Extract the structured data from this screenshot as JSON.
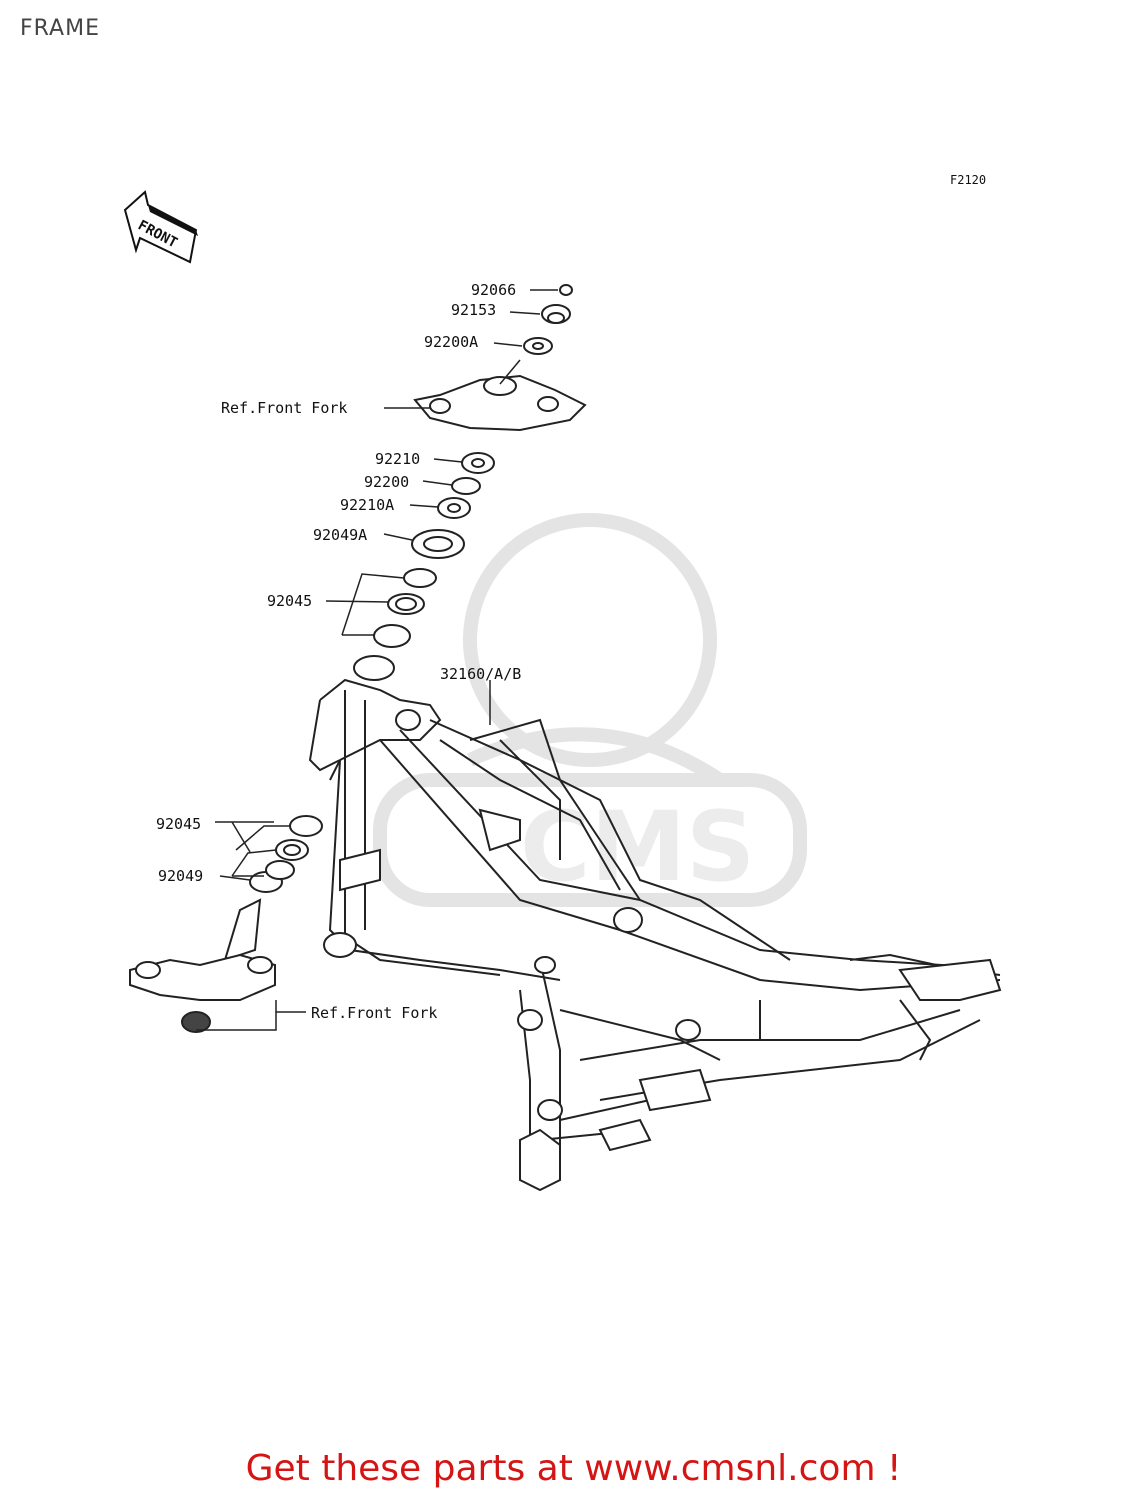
{
  "page": {
    "title": "FRAME"
  },
  "diagram": {
    "code": "F2120",
    "front_tag": "FRONT",
    "watermark": "CMS",
    "labels": [
      {
        "id": "92066",
        "text": "92066"
      },
      {
        "id": "92153",
        "text": "92153"
      },
      {
        "id": "92200A",
        "text": "92200A"
      },
      {
        "id": "ref_front_fork_top",
        "text": "Ref.Front Fork"
      },
      {
        "id": "92210",
        "text": "92210"
      },
      {
        "id": "92200",
        "text": "92200"
      },
      {
        "id": "92210A",
        "text": "92210A"
      },
      {
        "id": "92049A",
        "text": "92049A"
      },
      {
        "id": "92045_top",
        "text": "92045"
      },
      {
        "id": "32160",
        "text": "32160/A/B"
      },
      {
        "id": "92045_bottom",
        "text": "92045"
      },
      {
        "id": "92049",
        "text": "92049"
      },
      {
        "id": "ref_front_fork_bottom",
        "text": "Ref.Front Fork"
      }
    ]
  },
  "footer": {
    "text": "Get these parts at www.cmsnl.com !"
  },
  "colors": {
    "footer": "#d51414",
    "line": "#222222",
    "watermark": "#e6e6e6"
  }
}
